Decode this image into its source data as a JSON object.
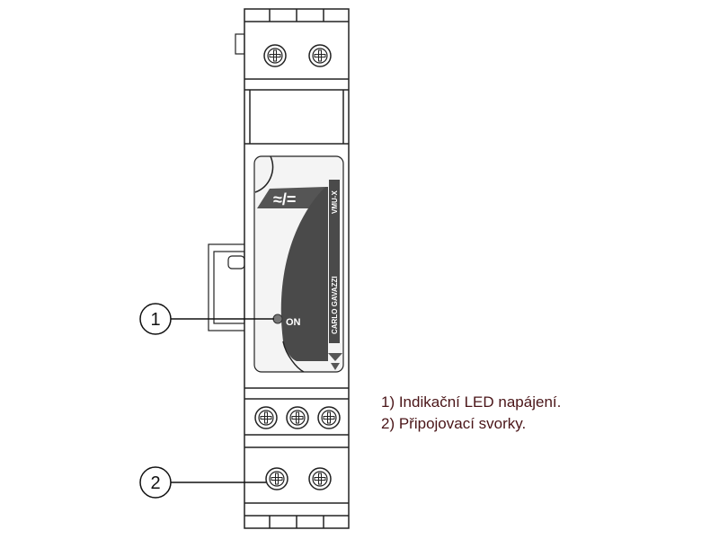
{
  "device": {
    "brand": "CARLO GAVAZZI",
    "model": "VMU-X",
    "led_label": "ON",
    "symbol": "≈/="
  },
  "callouts": [
    {
      "number": "1"
    },
    {
      "number": "2"
    }
  ],
  "legend": [
    "1) Indikační LED napájení.",
    "2) Připojovací svorky."
  ],
  "colors": {
    "legend_text": "#4a1518",
    "label_dark": "#4a4a4a"
  }
}
